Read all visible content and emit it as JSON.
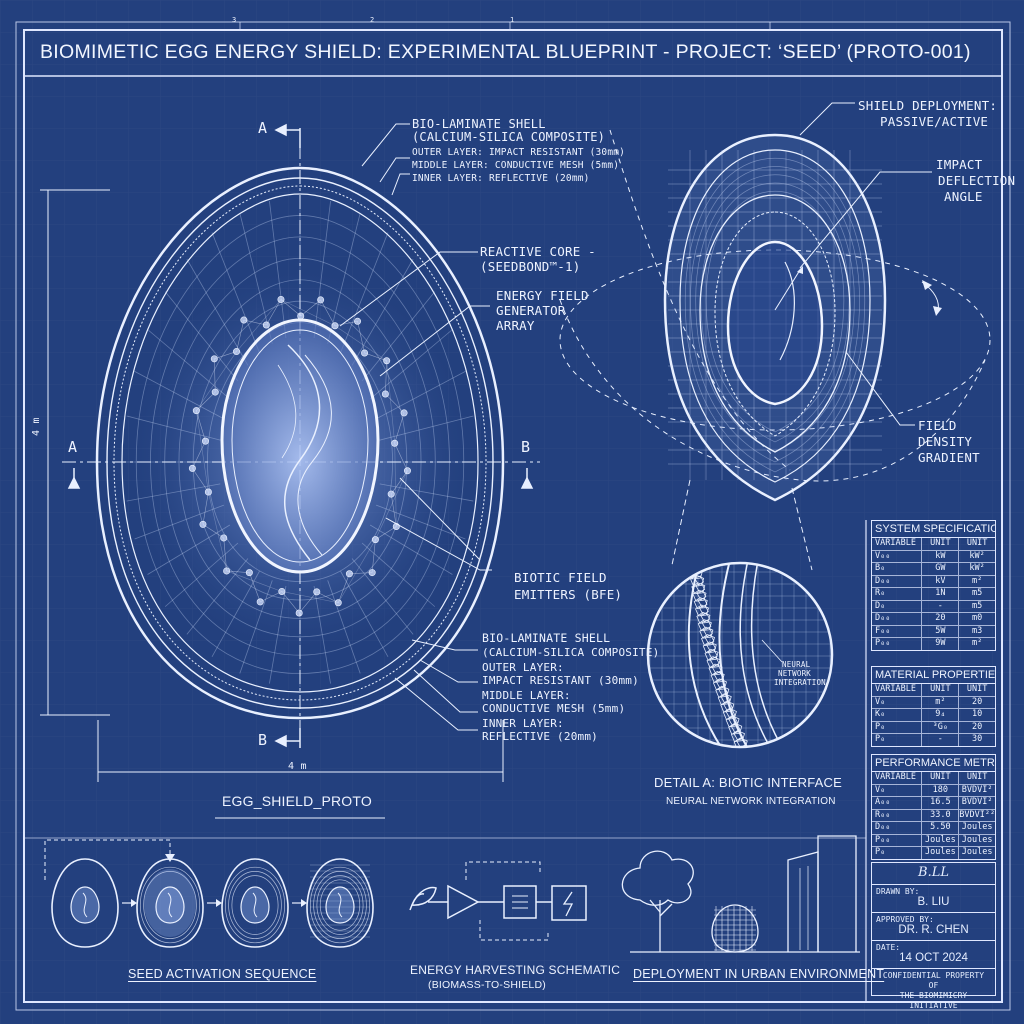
{
  "title": "BIOMIMETIC EGG ENERGY SHIELD: EXPERIMENTAL BLUEPRINT - PROJECT: ‘SEED’ (PROTO-001)",
  "sections": {
    "top_a": "A",
    "side_a": "A",
    "side_b": "B",
    "bottom_b": "B"
  },
  "dimensions": {
    "width": "4 m",
    "height": "4 m"
  },
  "callouts_top": {
    "shell_title": "BIO-LAMINATE SHELL",
    "shell_sub": "(CALCIUM-SILICA COMPOSITE)",
    "outer": "OUTER LAYER: IMPACT RESISTANT (30mm)",
    "middle": "MIDDLE LAYER: CONDUCTIVE MESH (5mm)",
    "inner": "INNER LAYER: REFLECTIVE (20mm)"
  },
  "callout_core": {
    "line1": "REACTIVE CORE -",
    "line2": "(SEEDBOND™-1)"
  },
  "callout_array": {
    "line1": "ENERGY FIELD",
    "line2": "GENERATOR",
    "line3": "ARRAY"
  },
  "callout_emitters": {
    "line1": "BIOTIC FIELD",
    "line2": "EMITTERS (BFE)"
  },
  "callouts_bottom": {
    "shell_title": "BIO-LAMINATE SHELL",
    "shell_sub": "(CALCIUM-SILICA COMPOSITE)",
    "outer1": "OUTER LAYER:",
    "outer2": "IMPACT RESISTANT (30mm)",
    "middle1": "MIDDLE LAYER:",
    "middle2": "CONDUCTIVE MESH (5mm)",
    "inner1": "INNER LAYER:",
    "inner2": "REFLECTIVE (20mm)"
  },
  "main_label": "EGG_SHIELD_PROTO",
  "right_callouts": {
    "deploy1": "SHIELD DEPLOYMENT:",
    "deploy2": "PASSIVE/ACTIVE",
    "impact1": "IMPACT",
    "impact2": "DEFLECTION",
    "impact3": "ANGLE",
    "field1": "FIELD",
    "field2": "DENSITY",
    "field3": "GRADIENT"
  },
  "detail": {
    "inner1": "NEURAL",
    "inner2": "NETWORK",
    "inner3": "INTEGRATION",
    "title": "DETAIL A: BIOTIC INTERFACE",
    "subtitle": "NEURAL NETWORK INTEGRATION"
  },
  "tables": {
    "system": {
      "title": "SYSTEM SPECIFICATIONS",
      "headers": [
        "VARIABLE",
        "UNIT",
        "UNIT"
      ],
      "rows": [
        [
          "V₀₀",
          "kW",
          "kW²"
        ],
        [
          "B₀",
          "GW",
          "kW²"
        ],
        [
          "D₀₀",
          "kV",
          "m²"
        ],
        [
          "R₀",
          "1N",
          "m5"
        ],
        [
          "D₀",
          "-",
          "m5"
        ],
        [
          "D₀₀",
          "20",
          "m0"
        ],
        [
          "F₀₀",
          "5W",
          "m3"
        ],
        [
          "P₀₀",
          "9W",
          "m²"
        ]
      ]
    },
    "material": {
      "title": "MATERIAL PROPERTIES",
      "headers": [
        "VARIABLE",
        "UNIT",
        "UNIT"
      ],
      "rows": [
        [
          "V₀",
          "m²",
          "20"
        ],
        [
          "K₀",
          "9₄",
          "10"
        ],
        [
          "P₀",
          "³G₀",
          "20"
        ],
        [
          "P₀",
          "-",
          "30"
        ]
      ]
    },
    "performance": {
      "title": "PERFORMANCE METRICS",
      "headers": [
        "VARIABLE",
        "UNIT",
        "UNIT"
      ],
      "rows": [
        [
          "V₀",
          "180",
          "BVDVI²"
        ],
        [
          "A₀₀",
          "16.5",
          "BVDVI²"
        ],
        [
          "R₀₀",
          "33.0",
          "BVDVI²²"
        ],
        [
          "D₀₀",
          "5.50",
          "Joules"
        ],
        [
          "P₀₀",
          "Joules",
          "Joules"
        ],
        [
          "P₀",
          "Joules",
          "Joules"
        ]
      ]
    }
  },
  "title_block": {
    "signature": "B.LL",
    "drawn_by_label": "DRAWN BY:",
    "drawn_by": "B. LIU",
    "approved_label": "APPROVED BY:",
    "approved": "DR. R. CHEN",
    "date_label": "DATE:",
    "date": "14 OCT 2024",
    "footer1": "CONFIDENTIAL PROPERTY OF",
    "footer2": "THE BIOMIMICRY INITIATIVE"
  },
  "bottom_captions": {
    "sequence": "SEED ACTIVATION SEQUENCE",
    "schematic1": "ENERGY HARVESTING SCHEMATIC",
    "schematic2": "(BIOMASS-TO-SHIELD)",
    "deployment": "DEPLOYMENT IN URBAN ENVIRONMENT"
  },
  "border_ticks": [
    "3",
    "2",
    "1"
  ],
  "icons": [
    "leaf-icon",
    "amplifier-icon",
    "converter-icon",
    "lightning-icon",
    "tree-icon",
    "building-icon"
  ],
  "colors": {
    "background": "#23407e",
    "line": "#e6eeff",
    "glow": "#8fb2ff"
  }
}
